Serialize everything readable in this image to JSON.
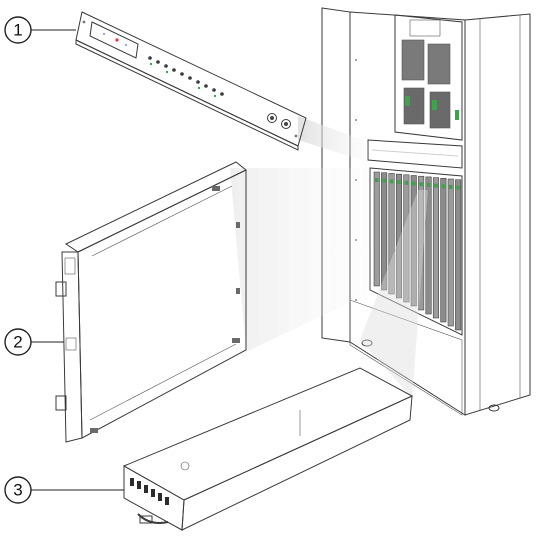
{
  "callouts": [
    {
      "id": "1",
      "label": "1"
    },
    {
      "id": "2",
      "label": "2"
    },
    {
      "id": "3",
      "label": "3"
    }
  ],
  "colors": {
    "latch_green": "#3fa34d",
    "metal_light": "#e9e9e9",
    "metal_mid": "#bfbfbf",
    "metal_dark": "#6d6d6d",
    "outline": "#3a3a3a"
  },
  "icons": [
    "front-panel-module",
    "server-module-blade",
    "power-supply-unit",
    "chassis-cabinet"
  ]
}
